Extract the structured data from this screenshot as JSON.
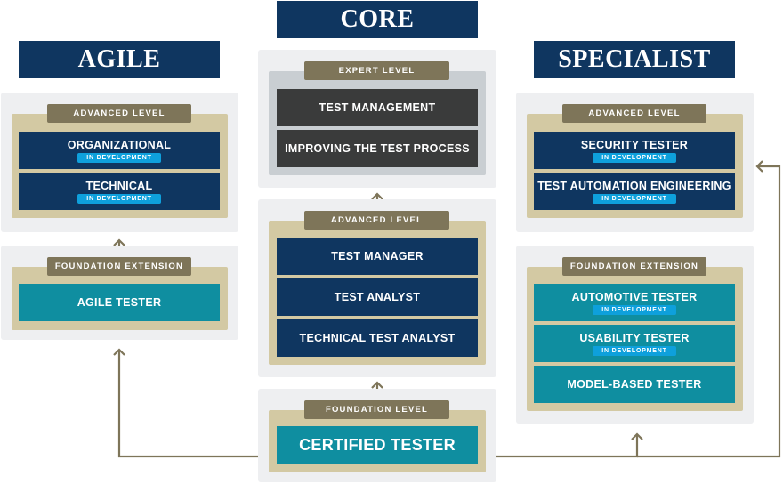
{
  "columns": {
    "agile": "AGILE",
    "core": "CORE",
    "specialist": "SPECIALIST"
  },
  "badge_text": "IN DEVELOPMENT",
  "agile": {
    "advanced_level": "ADVANCED LEVEL",
    "organizational": "ORGANIZATIONAL",
    "technical": "TECHNICAL",
    "foundation_extension": "FOUNDATION EXTENSION",
    "agile_tester": "AGILE TESTER"
  },
  "core": {
    "expert_level": "EXPERT LEVEL",
    "test_management": "TEST MANAGEMENT",
    "improving_test_process": "IMPROVING THE TEST PROCESS",
    "advanced_level": "ADVANCED LEVEL",
    "test_manager": "TEST MANAGER",
    "test_analyst": "TEST ANALYST",
    "technical_test_analyst": "TECHNICAL TEST ANALYST",
    "foundation_level": "FOUNDATION LEVEL",
    "certified_tester": "CERTIFIED TESTER"
  },
  "specialist": {
    "advanced_level": "ADVANCED LEVEL",
    "security_tester": "SECURITY TESTER",
    "test_automation_engineering": "TEST AUTOMATION ENGINEERING",
    "foundation_extension": "FOUNDATION EXTENSION",
    "automotive_tester": "AUTOMOTIVE TESTER",
    "usability_tester": "USABILITY TESTER",
    "model_based_tester": "MODEL-BASED TESTER"
  },
  "colors": {
    "navy": "#0f3660",
    "dark": "#3a3b3b",
    "teal": "#0f8ea0",
    "tab": "#7e7559",
    "tan": "#d3c9a3",
    "badge": "#0ea0dc",
    "arrow": "#7e7559"
  }
}
